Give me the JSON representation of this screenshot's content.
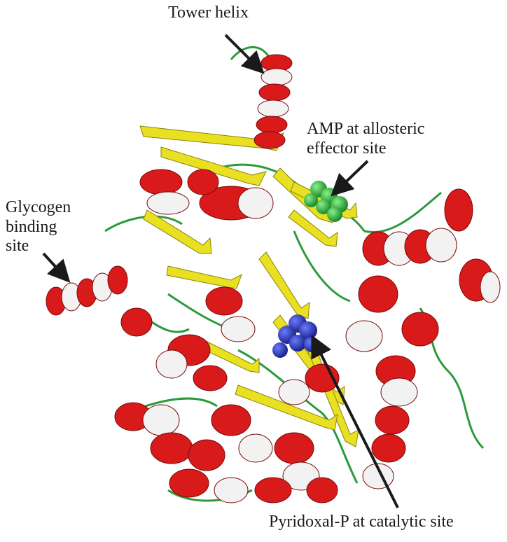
{
  "labels": {
    "tower_helix": "Tower helix",
    "amp_site": "AMP at allosteric\neffector site",
    "glycogen_site": "Glycogen\nbinding\nsite",
    "pyridoxal_site": "Pyridoxal-P at catalytic site"
  },
  "colors": {
    "helix": "#d81a1a",
    "helix_back": "#f2f2f2",
    "sheet": "#e8e020",
    "loop": "#2a9a3a",
    "amp": "#33c24a",
    "pyridoxal": "#2a36b8",
    "arrow": "#1a1a1a"
  }
}
